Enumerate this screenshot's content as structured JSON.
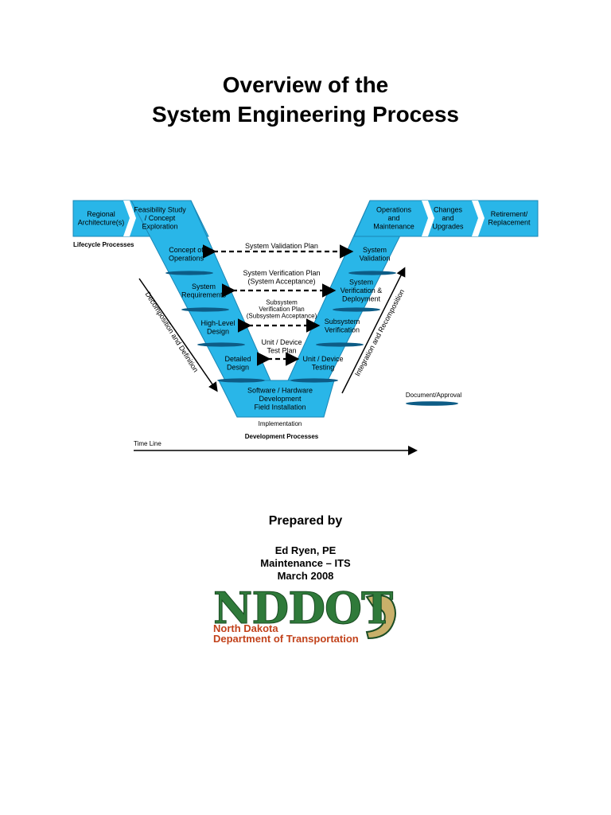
{
  "document": {
    "title_line1": "Overview of the",
    "title_line2": "System Engineering Process",
    "prepared_by": "Prepared by",
    "author_name": "Ed Ryen, PE",
    "author_dept": "Maintenance – ITS",
    "author_date": "March 2008"
  },
  "diagram": {
    "lifecycle_processes": "Lifecycle Processes",
    "development_processes": "Development Processes",
    "time_line": "Time Line",
    "implementation": "Implementation",
    "document_approval": "Document/Approval",
    "decomposition": "Decomposition and Definition",
    "integration": "Integration and Recomposition",
    "top_left": {
      "regional": [
        "Regional",
        "Architecture(s)"
      ],
      "feasibility": [
        "Feasibility Study",
        "/ Concept",
        "Exploration"
      ]
    },
    "top_right": {
      "operations": [
        "Operations",
        "and",
        "Maintenance"
      ],
      "changes": [
        "Changes",
        "and",
        "Upgrades"
      ],
      "retirement": [
        "Retirement/",
        "Replacement"
      ]
    },
    "left_arm": {
      "concept_of_operations": [
        "Concept of",
        "Operations"
      ],
      "system_requirements": [
        "System",
        "Requirements"
      ],
      "high_level_design": [
        "High-Level",
        "Design"
      ],
      "detailed_design": [
        "Detailed",
        "Design"
      ]
    },
    "right_arm": {
      "system_validation": [
        "System",
        "Validation"
      ],
      "system_verification": [
        "System",
        "Verification &",
        "Deployment"
      ],
      "subsystem_verification": [
        "Subsystem",
        "Verification"
      ],
      "unit_device_testing": [
        "Unit / Device",
        "Testing"
      ]
    },
    "bottom": [
      "Software / Hardware",
      "Development",
      "Field Installation"
    ],
    "plans": {
      "system_validation_plan": [
        "System Validation Plan"
      ],
      "system_verification_plan": [
        "System Verification Plan",
        "(System Acceptance)"
      ],
      "subsystem_verification_plan": [
        "Subsystem",
        "Verification Plan",
        "(Subsystem Acceptance)"
      ],
      "unit_device_test_plan": [
        "Unit / Device",
        "Test Plan"
      ]
    },
    "colors": {
      "fill": "#29b6e8",
      "stroke": "#1a86b5",
      "disc": "#0d5c86"
    }
  },
  "logo": {
    "wordmark": "NDDOT",
    "line1": "North Dakota",
    "line2": "Department of Transportation",
    "colors": {
      "green": "#2f7a3a",
      "orange": "#c2431c",
      "map": "#c9b06a"
    }
  }
}
